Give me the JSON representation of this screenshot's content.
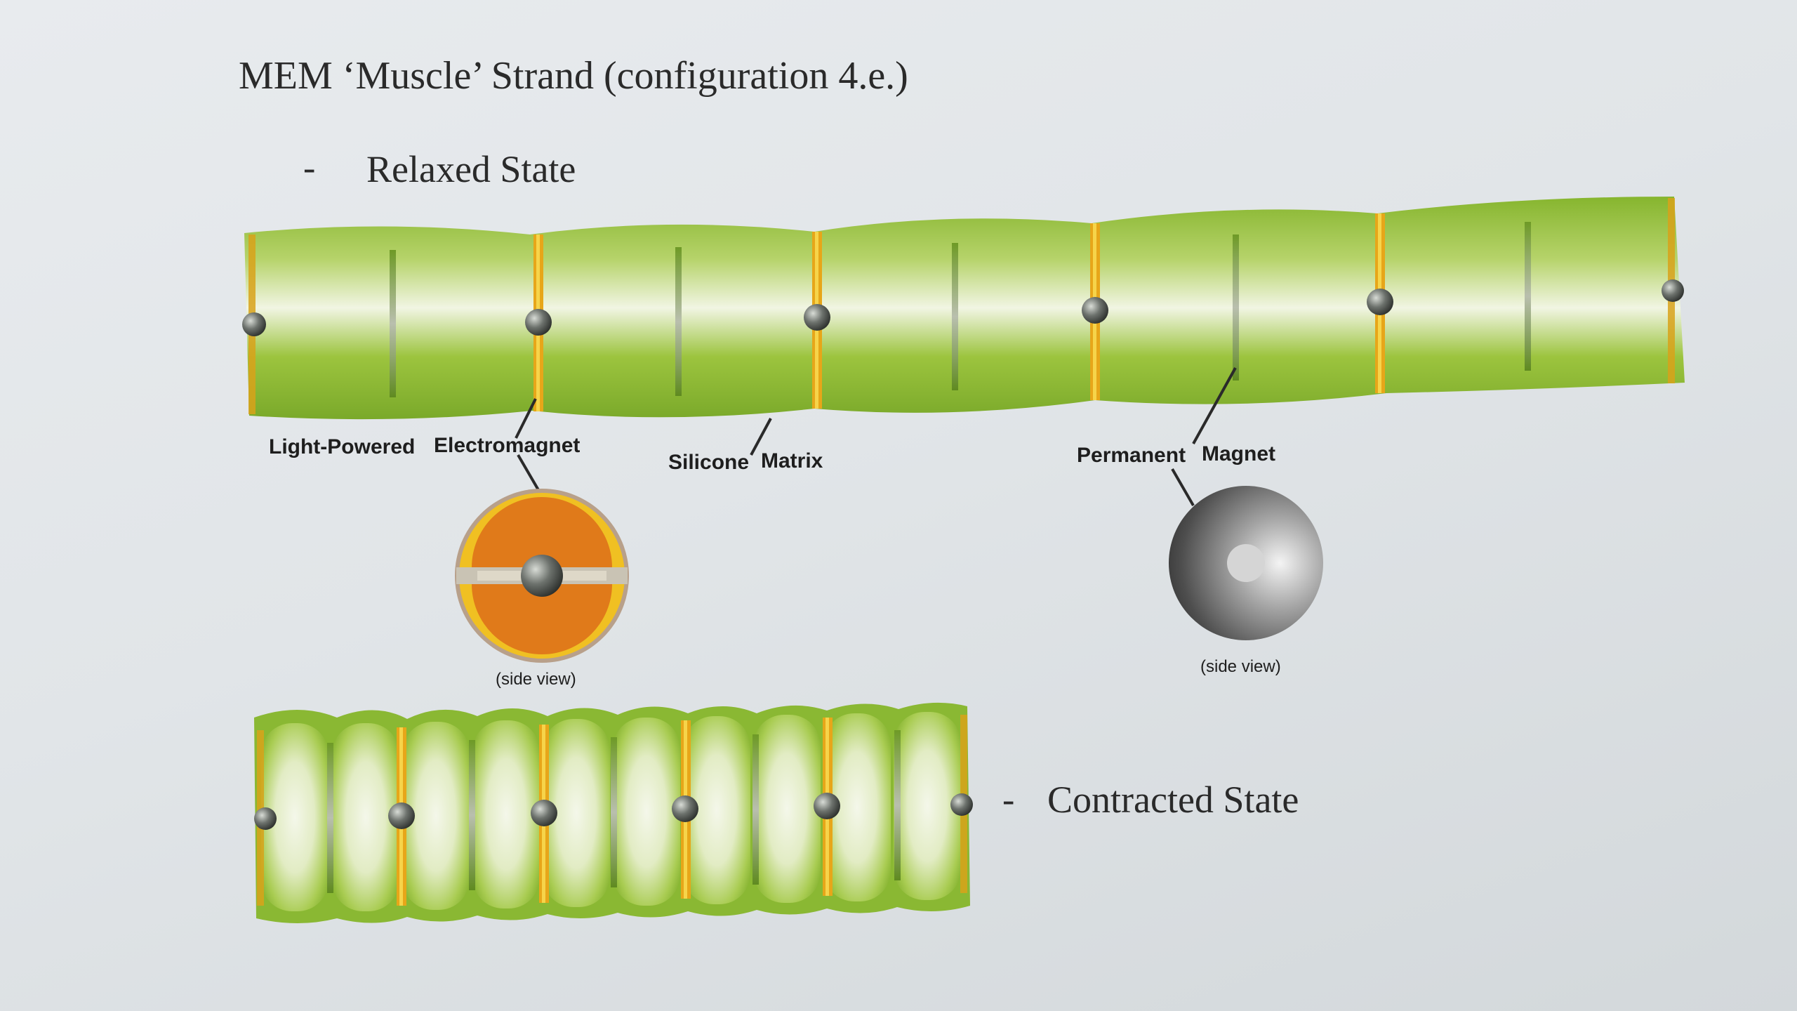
{
  "title": "MEM ‘Muscle’ Strand (configuration 4.e.)",
  "relaxed": {
    "dash": "-",
    "label": "Relaxed State"
  },
  "contracted": {
    "dash": "-",
    "label": "Contracted State"
  },
  "labels": {
    "light_powered": "Light-Powered",
    "electromagnet": "Electromagnet",
    "silicone": "Silicone",
    "matrix": "Matrix",
    "permanent": "Permanent",
    "magnet": "Magnet",
    "side_view_1": "(side   view)",
    "side_view_2": "(side   view)"
  },
  "colors": {
    "green_dark": "#7fae2a",
    "green_light": "#eef3df",
    "electromagnet_orange": "#e07a1a",
    "electromagnet_yellow": "#f3c21a",
    "magnet_dark": "#3a3a3a"
  }
}
